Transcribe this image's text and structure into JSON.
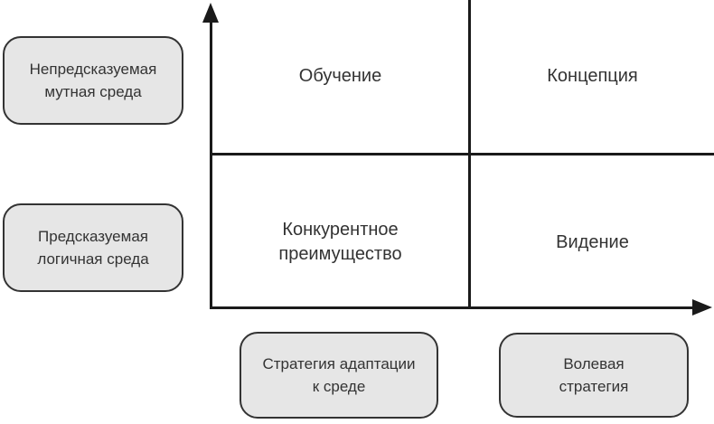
{
  "diagram": {
    "type": "2x2-matrix",
    "quadrants": {
      "top_left": {
        "line1": "Обучение"
      },
      "top_right": {
        "line1": "Концепция"
      },
      "bottom_left": {
        "line1": "Конкурентное",
        "line2": "преимущество"
      },
      "bottom_right": {
        "line1": "Видение"
      }
    },
    "y_axis_labels": {
      "top": {
        "line1": "Непредсказуемая",
        "line2": "мутная среда"
      },
      "bottom": {
        "line1": "Предсказуемая",
        "line2": "логичная среда"
      }
    },
    "x_axis_labels": {
      "left": {
        "line1": "Стратегия адаптации",
        "line2": "к среде"
      },
      "right": {
        "line1": "Волевая",
        "line2": "стратегия"
      }
    },
    "colors": {
      "box_fill": "#e6e6e6",
      "box_border": "#333333",
      "axis_line": "#1a1a1a",
      "text": "#333333",
      "background": "#ffffff"
    }
  }
}
